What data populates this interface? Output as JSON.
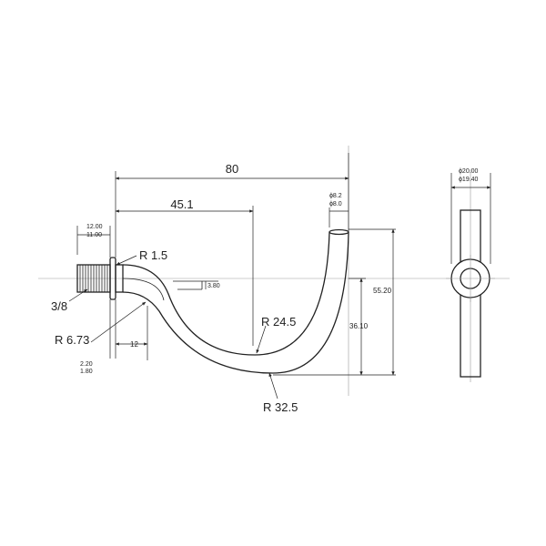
{
  "dimensions": {
    "overall_length": "80",
    "center_offset": "45.1",
    "thread_len_max": "12.00",
    "thread_len_min": "11.00",
    "flange_radius": "R 1.5",
    "thread_size": "3/8",
    "neck_radius": "R 6.73",
    "stub_len": "12",
    "flange_thk_max": "2.20",
    "flange_thk_min": "1.80",
    "spout_offset": "3.80",
    "inner_bend_radius": "R 24.5",
    "outer_bend_radius": "R 32.5",
    "tube_od_max": "ϕ8.2",
    "tube_od_min": "ϕ8.0",
    "total_height": "55.20",
    "lower_height": "36.10"
  },
  "side_view": {
    "flange_dia_max": "ϕ20.00",
    "flange_dia_min": "ϕ19.40"
  }
}
